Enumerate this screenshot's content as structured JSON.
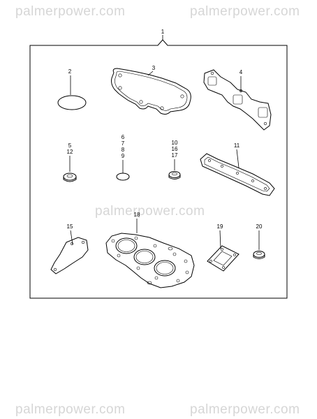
{
  "watermarks": {
    "top_left": "palmerpower.com",
    "top_right": "palmerpower.com",
    "center": "palmerpower.com",
    "bottom_left": "palmerpower.com",
    "bottom_right": "palmerpower.com"
  },
  "callouts": {
    "kit": "1",
    "o_ring_large": "2",
    "valve_cover_gasket": "3",
    "exhaust_manifold_gasket": "4",
    "seal_washer_left_a": "5",
    "seal_washer_left_b": "12",
    "o_ring_small_a": "6",
    "o_ring_small_b": "7",
    "o_ring_small_c": "8",
    "o_ring_small_d": "9",
    "seal_washer_mid_a": "10",
    "seal_washer_mid_b": "16",
    "seal_washer_mid_c": "17",
    "intake_manifold_gasket": "11",
    "thermostat_gasket": "15",
    "head_gasket": "18",
    "square_gasket": "19",
    "washer_right": "20"
  }
}
